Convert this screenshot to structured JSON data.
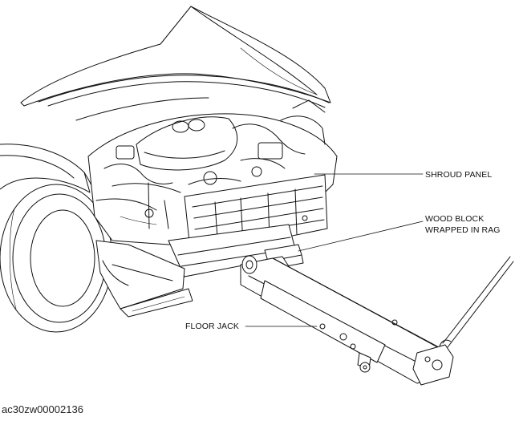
{
  "labels": {
    "shroud_panel": "SHROUD PANEL",
    "wood_block_line1": "WOOD BLOCK",
    "wood_block_line2": "WRAPPED IN RAG",
    "floor_jack": "FLOOR JACK"
  },
  "figure_id": "ac30zw00002136",
  "colors": {
    "ink": "#111111",
    "background": "#ffffff"
  }
}
